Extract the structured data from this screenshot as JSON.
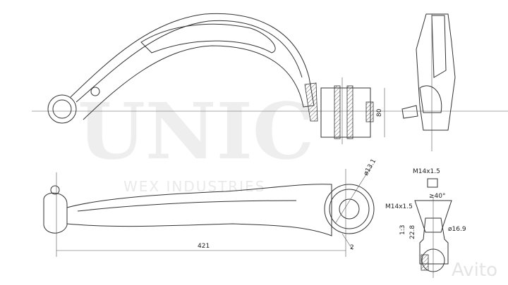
{
  "watermark": {
    "brand": "UNIC",
    "subtitle": "WEX INDUSTRIES",
    "marketplace": "Avito"
  },
  "dimensions": {
    "height_top": "80",
    "length": "421",
    "bushing_diameter": "ø13.1",
    "offset": "2",
    "thread_nut": "M14x1.5",
    "thread_stud": "M14x1.5",
    "angle": "≥40°",
    "taper": "1:3",
    "stud_length": "22.8",
    "ball_diameter": "ø16.9"
  }
}
